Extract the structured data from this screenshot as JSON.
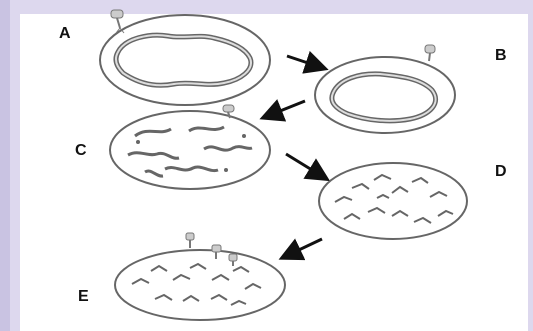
{
  "labels": {
    "a": "A",
    "b": "B",
    "c": "C",
    "d": "D",
    "e": "E"
  },
  "colors": {
    "background": "#ddd8ee",
    "panel": "#ffffff",
    "stroke": "#555555",
    "dna": "#666666"
  }
}
